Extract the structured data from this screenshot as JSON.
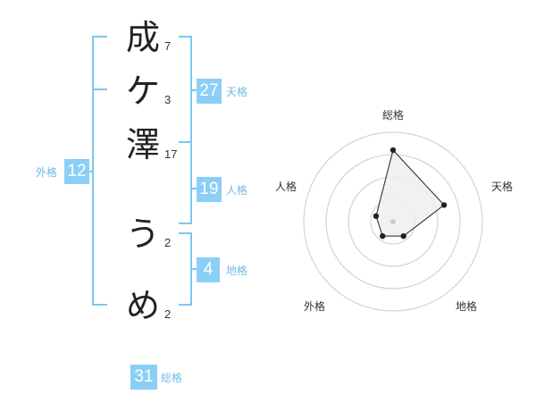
{
  "name": {
    "characters": [
      {
        "char": "成",
        "strokes": "7"
      },
      {
        "char": "ケ",
        "strokes": "3"
      },
      {
        "char": "澤",
        "strokes": "17"
      },
      {
        "char": "う",
        "strokes": "2"
      },
      {
        "char": "め",
        "strokes": "2"
      }
    ]
  },
  "fortunes": {
    "tenkaku": {
      "label": "天格",
      "value": "27"
    },
    "jinkaku": {
      "label": "人格",
      "value": "19"
    },
    "chikaku": {
      "label": "地格",
      "value": "4"
    },
    "gaikaku": {
      "label": "外格",
      "value": "12"
    },
    "soukaku": {
      "label": "総格",
      "value": "31"
    }
  },
  "colors": {
    "accent": "#8ccff6",
    "accent_text": "#6fbbe8",
    "radar_fill": "#efefef",
    "radar_stroke": "#222222",
    "grid": "#cccccc"
  },
  "chart_data": {
    "type": "radar",
    "axes": [
      "総格",
      "天格",
      "地格",
      "外格",
      "人格"
    ],
    "values": [
      0.8,
      0.6,
      0.2,
      0.2,
      0.2
    ],
    "max": 1.0,
    "rings": 4
  }
}
